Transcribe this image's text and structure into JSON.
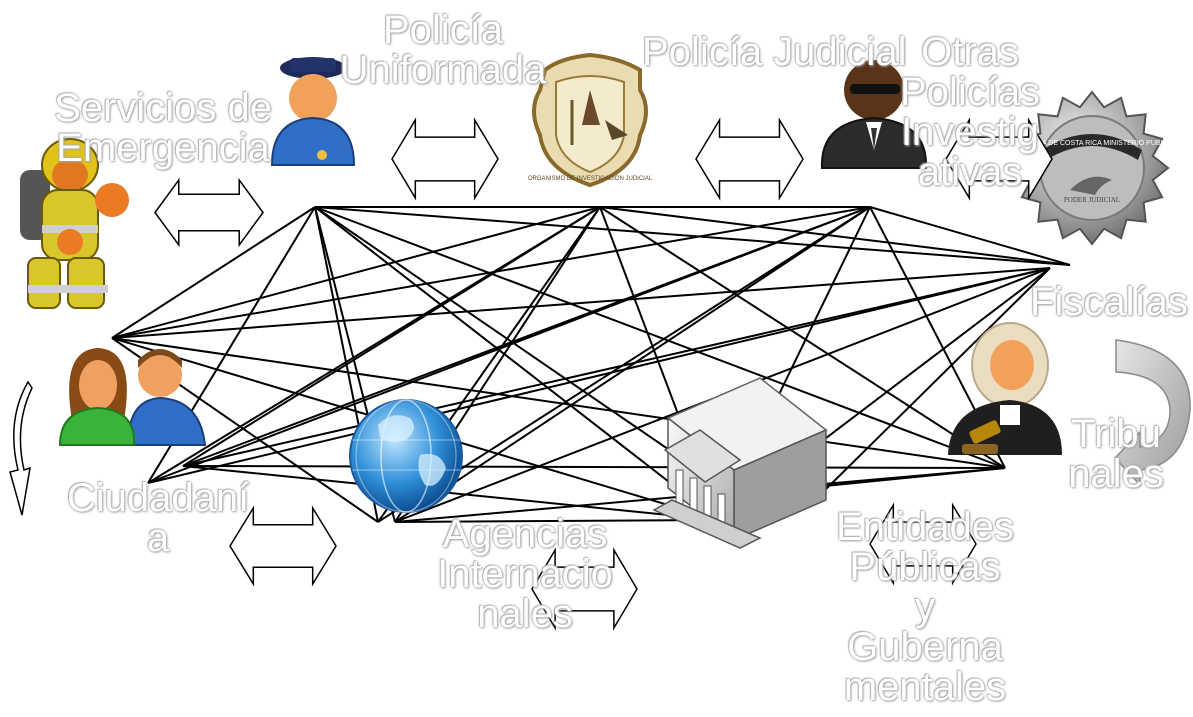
{
  "labels": {
    "policia_uniformada": "Policía\nUniformada",
    "policia_judicial": "Policía Judicial",
    "otras_policias": "Otras\nPolicías\nInvestig\nativas",
    "servicios_emergencia": "Servicios de\nEmergencia",
    "fiscalias": "Fiscalías",
    "tribunales": "Tribu\nnales",
    "ciudadania": "Ciudadaní\na",
    "agencias_internacionales": "Agencias\nInternacio\nnales",
    "entidades_publicas": "Entidades\nPúblicas\ny\nGuberna\nmentales"
  },
  "badges": {
    "oij_ring_text": "ORGANISMO DE INVESTIGACION JUDICIAL",
    "ministerio_ribbon": "REPUBLICA DE COSTA RICA\nMINISTERIO PUBLICO",
    "poder_judicial": "PODER JUDICIAL"
  },
  "colors": {
    "line": "#000000",
    "label_fill": "#ffffff",
    "label_shadow": "#9a9a9a"
  }
}
